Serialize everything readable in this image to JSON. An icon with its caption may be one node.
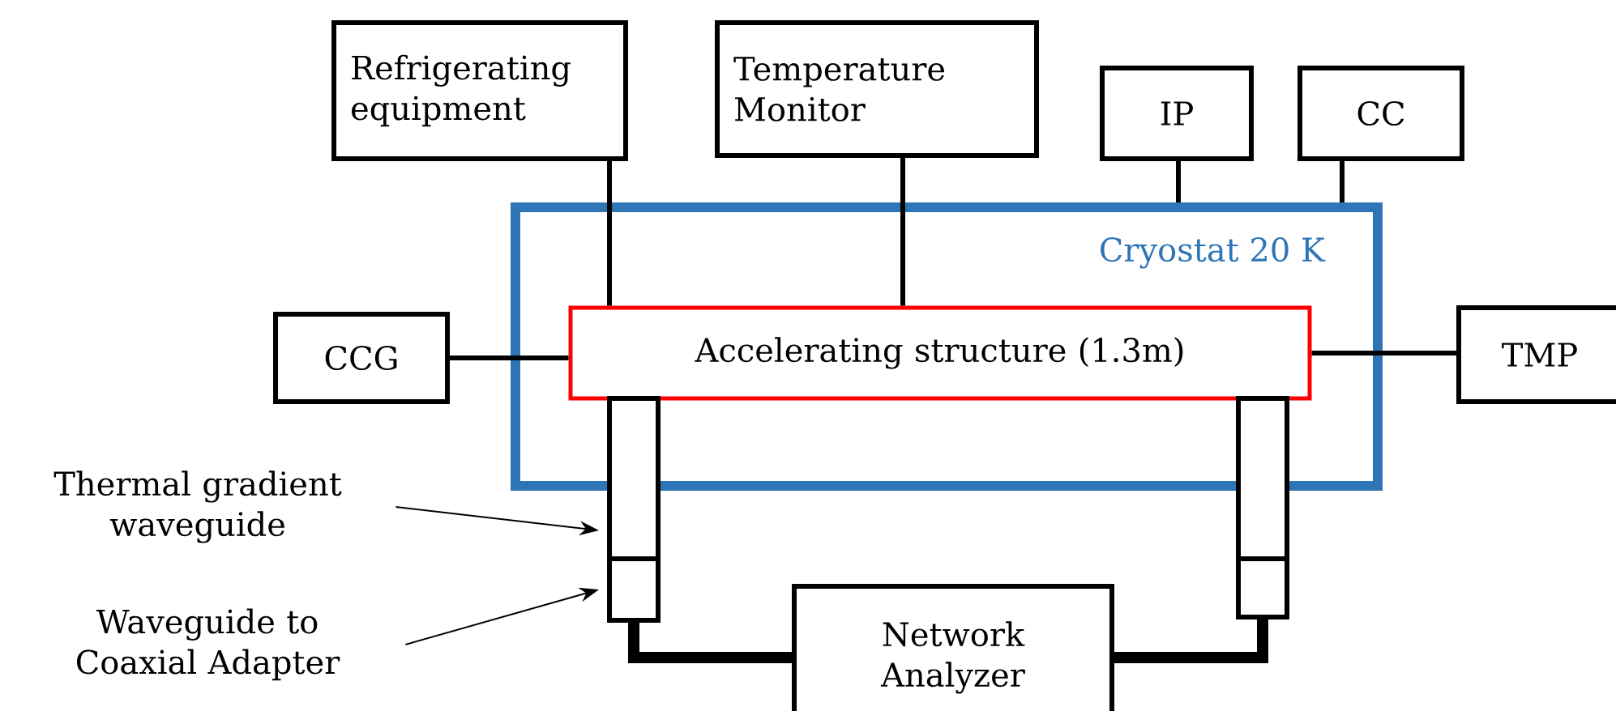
{
  "diagram": {
    "nodes": [
      {
        "text": [
          "Cryostat 20 K"
        ]
      },
      {
        "text": [
          "Accelerating structure (1.3m)"
        ],
        "in": 0
      },
      {
        "text": [
          "Refrigerating equipment"
        ]
      },
      {
        "text": [
          "Temperature Monitor"
        ]
      },
      {
        "text": [
          "IP"
        ]
      },
      {
        "text": [
          "CC"
        ]
      },
      {
        "text": [
          "CCG"
        ]
      },
      {
        "text": [
          "TMP"
        ]
      },
      {
        "text": [],
        "shape": "box"
      },
      {
        "text": [],
        "shape": "box"
      },
      {
        "text": [],
        "shape": "box"
      },
      {
        "text": [],
        "shape": "box"
      },
      {
        "text": [
          "Network Analyzer"
        ]
      },
      {
        "text": [
          "Thermal gradient waveguide"
        ]
      },
      {
        "text": [
          "Waveguide to Coaxial Adapter"
        ]
      }
    ],
    "edges": [
      {
        "from": 2,
        "to": 1,
        "arrow": "none"
      },
      {
        "from": 3,
        "to": 1,
        "arrow": "none"
      },
      {
        "from": 4,
        "to": 0,
        "arrow": "none"
      },
      {
        "from": 5,
        "to": 0,
        "arrow": "none"
      },
      {
        "from": 6,
        "to": 1,
        "arrow": "none"
      },
      {
        "from": 1,
        "to": 7,
        "arrow": "none"
      },
      {
        "from": 9,
        "to": 12,
        "arrow": "none",
        "style": "thick"
      },
      {
        "from": 11,
        "to": 12,
        "arrow": "none",
        "style": "thick"
      },
      {
        "from": 13,
        "to": 8,
        "arrow": "to"
      },
      {
        "from": 14,
        "to": 9,
        "arrow": "to"
      }
    ]
  }
}
